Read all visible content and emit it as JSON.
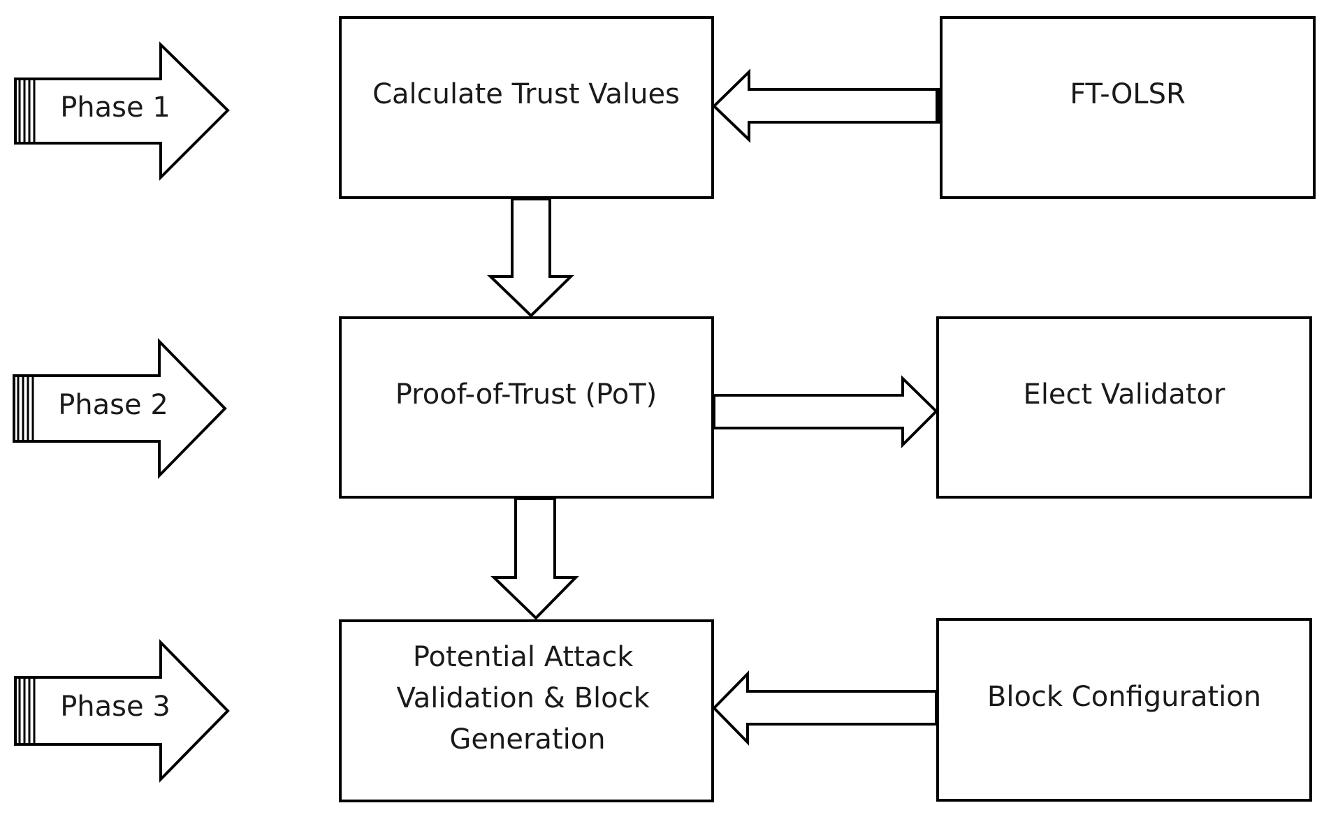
{
  "phases": [
    {
      "label": "Phase 1"
    },
    {
      "label": "Phase 2"
    },
    {
      "label": "Phase 3"
    }
  ],
  "boxes": {
    "calculate_trust": {
      "lines": [
        "Calculate Trust Values"
      ]
    },
    "ft_olsr": {
      "lines": [
        "FT-OLSR"
      ]
    },
    "proof_of_trust": {
      "lines": [
        "Proof-of-Trust (PoT)"
      ]
    },
    "elect_validator": {
      "lines": [
        "Elect Validator"
      ]
    },
    "potential_attack": {
      "lines": [
        "Potential Attack",
        "Validation & Block",
        "Generation"
      ]
    },
    "block_configuration": {
      "lines": [
        "Block Configuration"
      ]
    }
  }
}
